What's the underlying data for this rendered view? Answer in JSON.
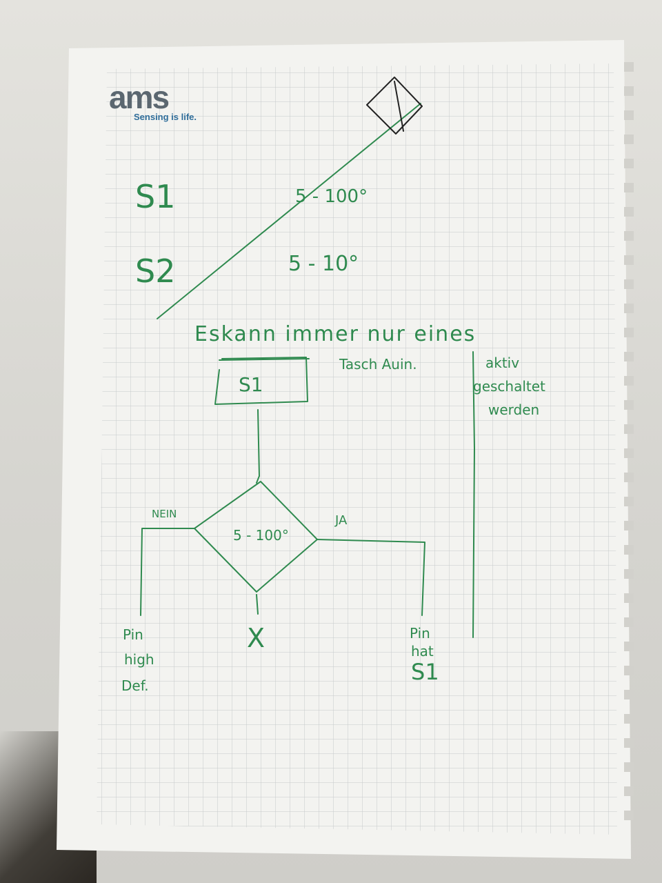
{
  "logo": {
    "word": "ams",
    "tagline": "Sensing is life."
  },
  "notes": {
    "s1_label": "S1",
    "s1_range": "5  -  100°",
    "s2_label": "S2",
    "s2_range": "5 - 10°",
    "statement": "Eskann immer nur eines",
    "side_note_1": "Tasch Auin.",
    "side_note_2": [
      "aktiv",
      "geschaltet",
      "werden"
    ]
  },
  "flowchart": {
    "start_box": "S1",
    "decision": "5 - 100°",
    "no_label": "NEIN",
    "yes_label": "JA",
    "no_result": [
      "Pin",
      "high",
      "Def."
    ],
    "center_result": "X",
    "yes_result": [
      "Pin",
      "hat",
      "S1"
    ]
  },
  "colors": {
    "ink": "#2f8a4f",
    "paper": "#f4f4f1",
    "grid": "#c9cccd",
    "table": "#d9d8d3"
  }
}
